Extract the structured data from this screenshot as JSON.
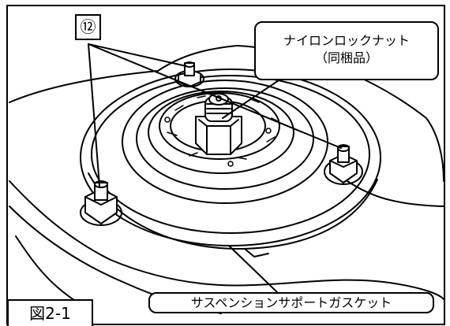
{
  "part_number": "⑫",
  "callouts": {
    "nut_line1": "ナイロンロックナット",
    "nut_line2": "（同梱品）",
    "gasket": "サスペンションサポートガスケット"
  },
  "figure_label": "図2-1"
}
